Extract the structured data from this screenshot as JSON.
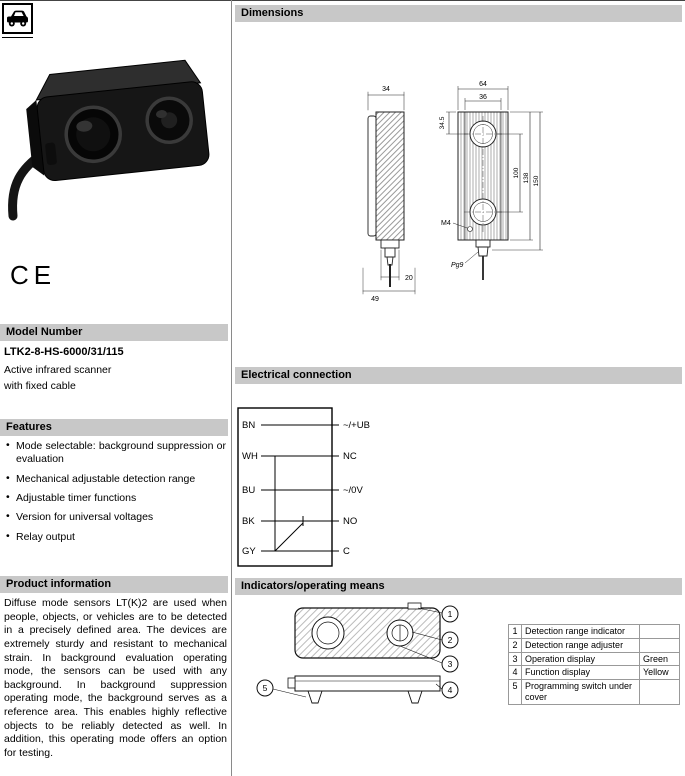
{
  "left": {
    "ce_mark": "CE",
    "model": {
      "header": "Model Number",
      "number": "LTK2-8-HS-6000/31/115",
      "line1": "Active infrared scanner",
      "line2": "with fixed cable"
    },
    "features": {
      "header": "Features",
      "items": [
        "Mode selectable: background suppression or evaluation",
        "Mechanical adjustable detection range",
        "Adjustable timer functions",
        "Version for universal voltages",
        "Relay output"
      ]
    },
    "product_info": {
      "header": "Product information",
      "text": "Diffuse mode sensors LT(K)2 are used when people, objects, or vehicles are to be detected in a precisely defined area. The devices are extremely sturdy and resistant to mechanical strain. In background evaluation operating mode, the sensors can be used with any background. In background suppression operating mode, the background serves as a reference area. This enables highly reflective objects to be reliably detected as well. In addition, this operating mode offers an option for testing."
    }
  },
  "dimensions": {
    "header": "Dimensions",
    "labels": {
      "w34": "34",
      "w64": "64",
      "w36": "36",
      "h34_5": "34.5",
      "h100": "100",
      "h138": "138",
      "h150": "150",
      "m4": "M4",
      "d20": "20",
      "d49": "49",
      "pg9": "Pg9"
    }
  },
  "electrical": {
    "header": "Electrical connection",
    "wires": [
      {
        "color": "BN",
        "terminal": "~/+UB"
      },
      {
        "color": "WH",
        "terminal": "NC"
      },
      {
        "color": "BU",
        "terminal": "~/0V"
      },
      {
        "color": "BK",
        "terminal": "NO"
      },
      {
        "color": "GY",
        "terminal": "C"
      }
    ]
  },
  "indicators": {
    "header": "Indicators/operating means",
    "callouts": [
      "1",
      "2",
      "3",
      "4",
      "5"
    ],
    "table": [
      {
        "num": "1",
        "desc": "Detection range indicator",
        "val": ""
      },
      {
        "num": "2",
        "desc": "Detection range adjuster",
        "val": ""
      },
      {
        "num": "3",
        "desc": "Operation display",
        "val": "Green"
      },
      {
        "num": "4",
        "desc": "Function display",
        "val": "Yellow"
      },
      {
        "num": "5",
        "desc": "Programming switch under cover",
        "val": ""
      }
    ]
  }
}
